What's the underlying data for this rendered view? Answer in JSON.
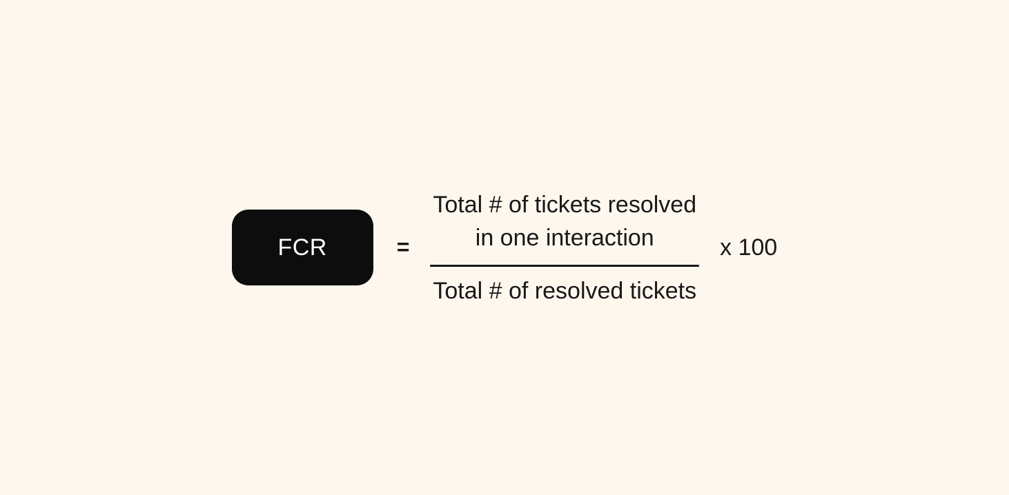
{
  "diagram": {
    "background_color": "#FDF7EE",
    "text_color": "#181818",
    "pill": {
      "label": "FCR",
      "bg_color": "#0D0D0D",
      "text_color": "#FFFFFF"
    },
    "equals_sign": "=",
    "fraction": {
      "numerator_line1": "Total # of tickets resolved",
      "numerator_line2": "in one interaction",
      "denominator": "Total # of resolved tickets"
    },
    "multiplier": "x 100"
  }
}
